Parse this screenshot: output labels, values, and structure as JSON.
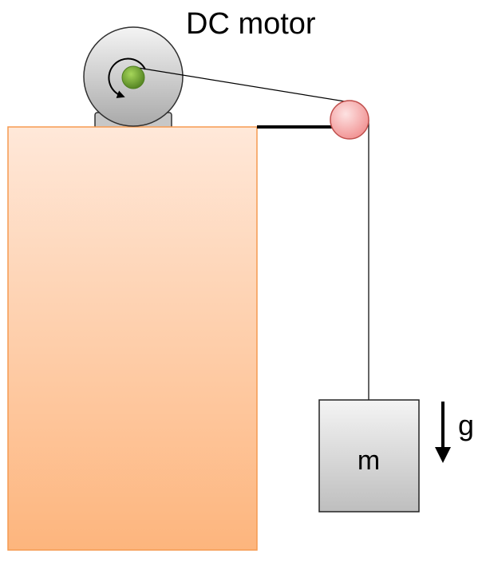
{
  "labels": {
    "motor": "DC motor",
    "mass": "m",
    "gravity": "g"
  },
  "colors": {
    "table_top": "#ffe8d9",
    "table_bottom": "#fdb57d",
    "table_border": "#f59a50",
    "motor_light": "#f4f4f4",
    "motor_dark": "#a9a9a9",
    "motor_border": "#303030",
    "shaft": "#7fb23a",
    "shaft_dark": "#4f7f1f",
    "pulley_light": "#fde2e2",
    "pulley_dark": "#f08a8a",
    "pulley_border": "#c0504d",
    "mass_light": "#f4f4f4",
    "mass_dark": "#bebebe",
    "mass_border": "#222222",
    "string": "#000000"
  },
  "icons": {
    "rotation": "curved-arrow-icon",
    "gravity": "down-arrow-icon"
  }
}
